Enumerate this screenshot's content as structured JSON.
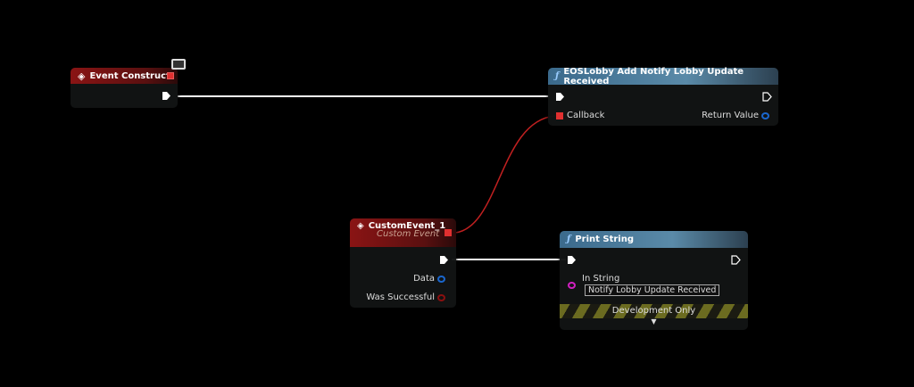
{
  "nodes": {
    "event_construct": {
      "title": "Event Construct"
    },
    "eos_lobby": {
      "title": "EOSLobby Add Notify Lobby Update Received",
      "callback": "Callback",
      "return_value": "Return Value"
    },
    "custom_event": {
      "title": "CustomEvent_1",
      "subtitle": "Custom Event",
      "data": "Data",
      "was_successful": "Was Successful"
    },
    "print_string": {
      "title": "Print String",
      "in_string": "In String",
      "in_string_value": "Notify Lobby Update Received",
      "dev_only": "Development Only"
    }
  },
  "colors": {
    "event_header": "#8a1414",
    "function_header": "#3b6a8c",
    "delegate_pin": "#e03030",
    "object_pin": "#1a66cc",
    "string_pin": "#d020c0",
    "bool_pin": "#8a1010"
  }
}
